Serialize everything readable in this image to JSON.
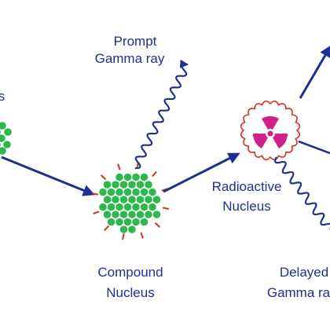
{
  "labels": {
    "prompt_line1": "Prompt",
    "prompt_line2": "Gamma ray",
    "compound_line1": "Compound",
    "compound_line2": "Nucleus",
    "radioactive_line1": "Radioactive",
    "radioactive_line2": "Nucleus",
    "delayed_line1": "Delayed",
    "delayed_line2": "Gamma ra",
    "left_partial": "s"
  },
  "colors": {
    "arrow": "#1f2f8f",
    "nucleon": "#2cb84a",
    "spike": "#d03020",
    "radiation_symbol": "#d0208a",
    "background": "#ffffff"
  }
}
